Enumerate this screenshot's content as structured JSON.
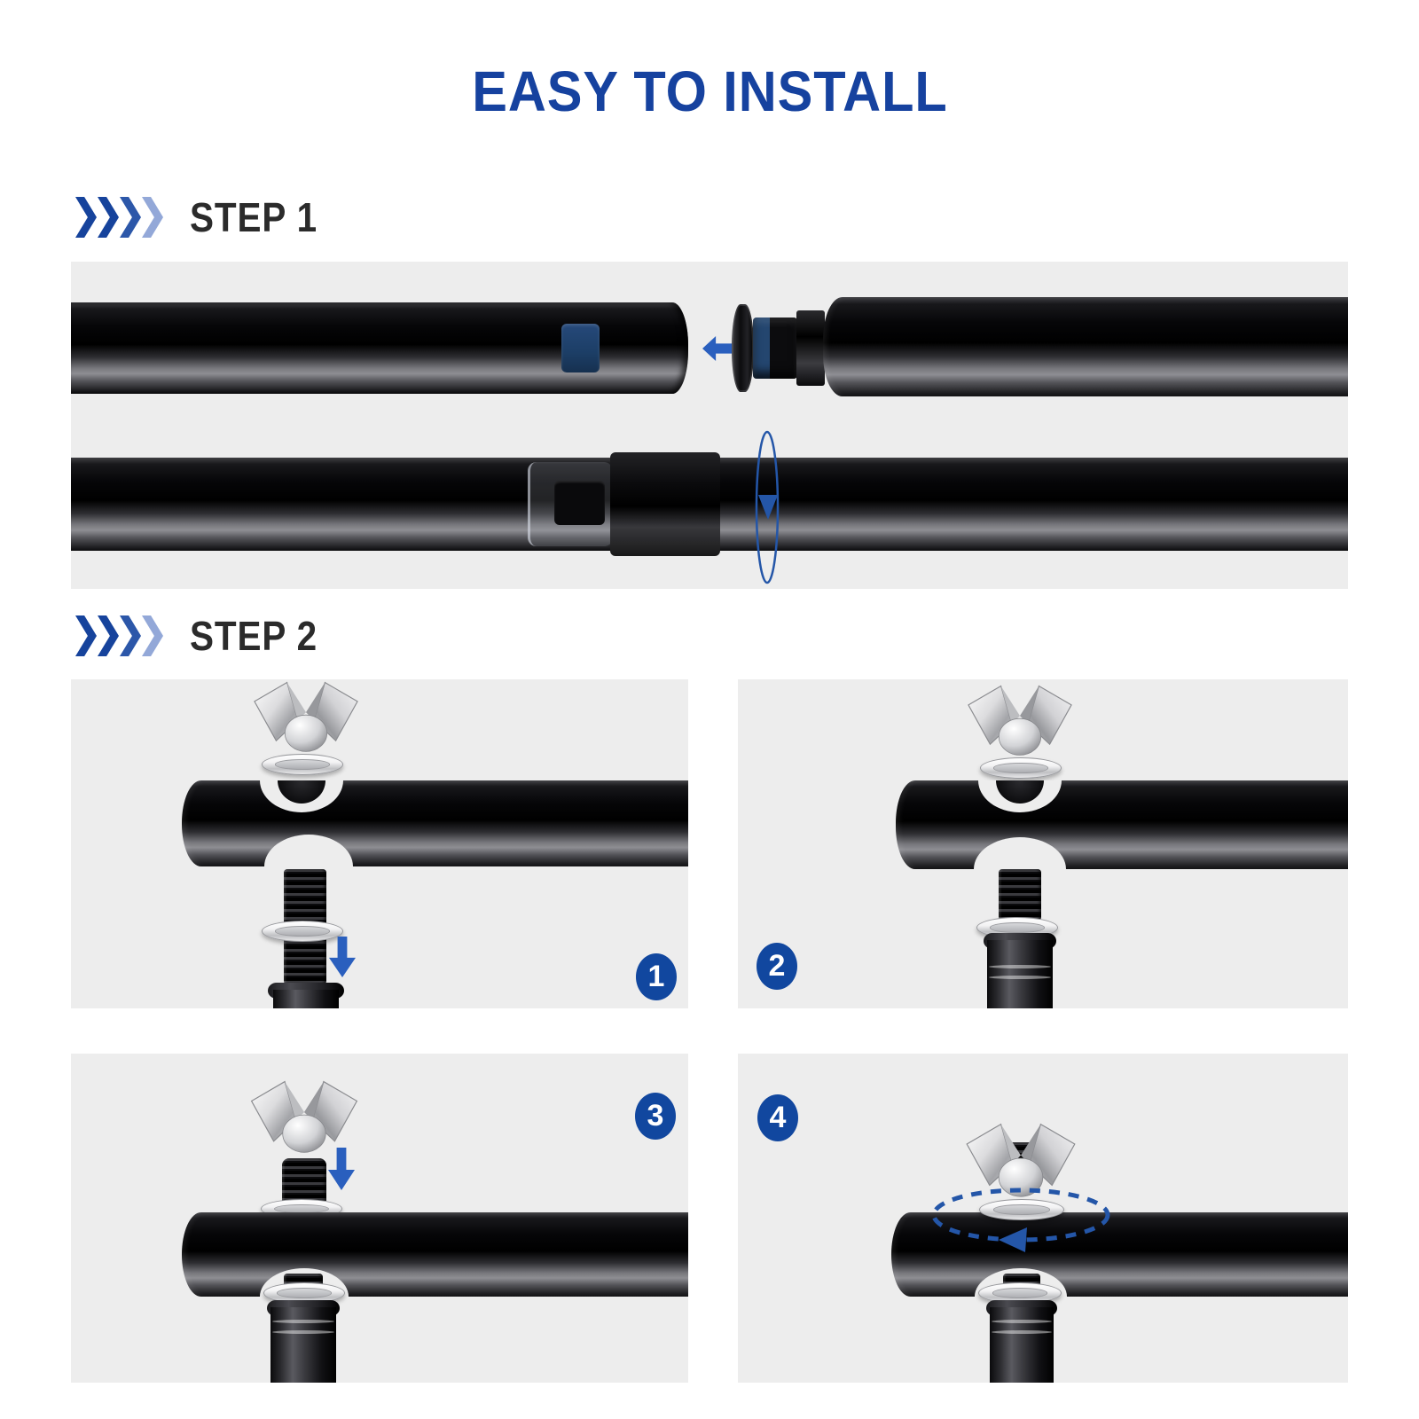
{
  "title": {
    "text": "EASY TO INSTALL"
  },
  "steps": [
    {
      "label": "STEP 1"
    },
    {
      "label": "STEP 2"
    }
  ],
  "panels": [
    {
      "number": "1"
    },
    {
      "number": "2"
    },
    {
      "number": "3"
    },
    {
      "number": "4"
    }
  ],
  "colors": {
    "title_blue": "#16429F",
    "step_text": "#2B2B2B",
    "panel_gray": "#EDEDED",
    "accent_arrow_blue": "#2A5FBE",
    "rotation_blue": "#2456A8",
    "badge_blue": "#11479F",
    "pin_navy": "#1C3E66",
    "chevron_blues": [
      "#16439C",
      "#16439C",
      "#2C57A9",
      "#93A8D8"
    ]
  }
}
